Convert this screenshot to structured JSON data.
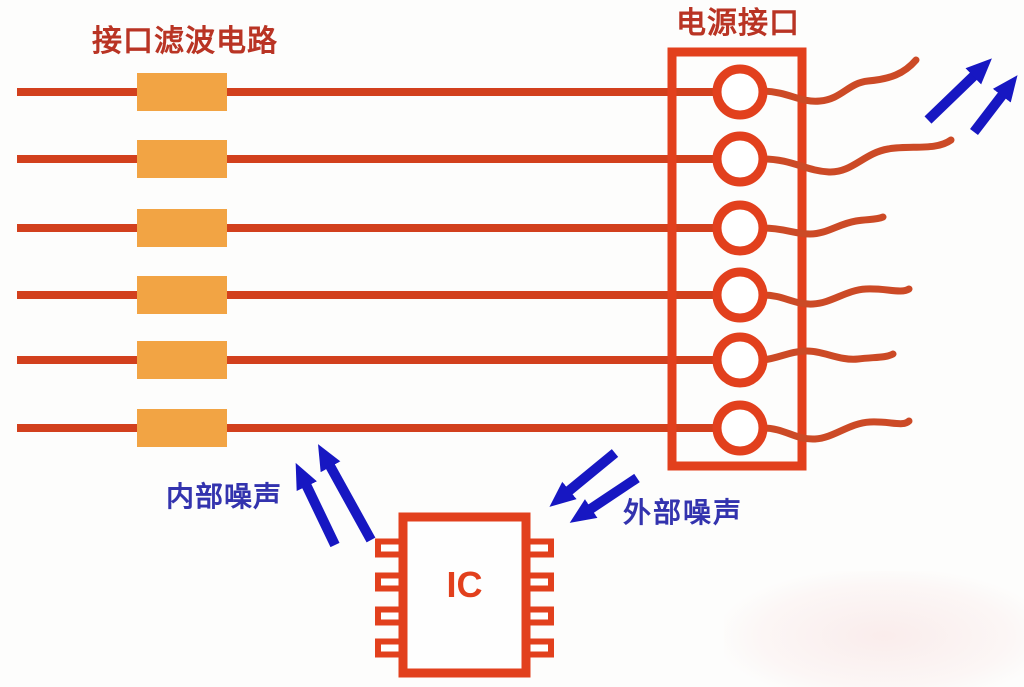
{
  "diagram": {
    "filter_label": "接口滤波电路",
    "connector_label": "电源接口",
    "internal_noise_label": "内部噪声",
    "external_noise_label": "外部噪声",
    "ic_label": "IC",
    "power_line_count": 6,
    "filter_block_count": 6,
    "connector_pin_count": 6,
    "ic_pins_per_side": 4
  },
  "colors": {
    "wire-red": "#d2401d",
    "pigtail-red": "#cc4a26",
    "ic-red": "#e2401d",
    "filter-orange": "#f2a444",
    "label-red": "#b93424",
    "arrow-blue": "#1717c2",
    "noise-text-blue": "#3333ae",
    "bg": "#fdfdfc"
  }
}
